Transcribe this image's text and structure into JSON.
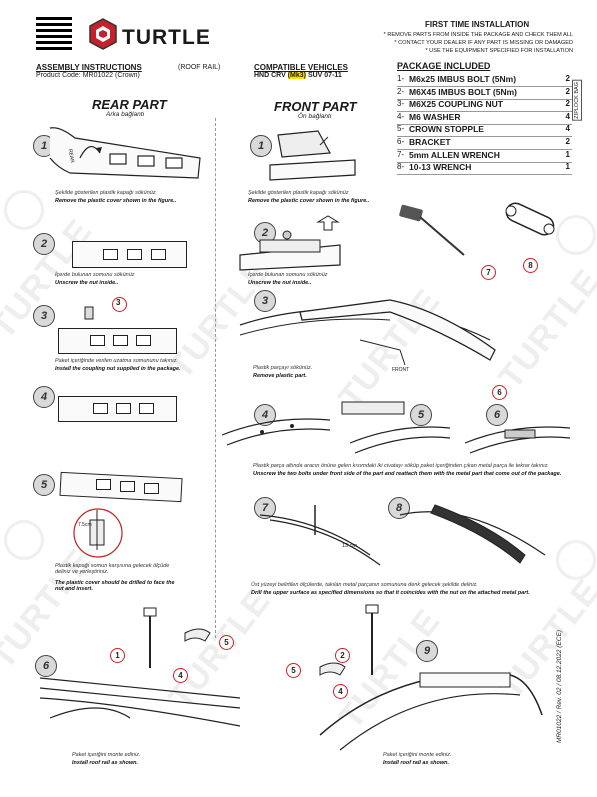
{
  "brand": {
    "name": "TURTLE"
  },
  "header": {
    "assembly_title": "ASSEMBLY INSTRUCTIONS",
    "product_code": "Product Code: MR01022 (Crown)",
    "roof_rail": "(ROOF RAIL)",
    "compatible_title": "COMPATIBLE VEHICLES",
    "vehicle_prefix": "HND CRV ",
    "vehicle_mk": "(Mk3)",
    "vehicle_suffix": " SUV 07-11"
  },
  "first_install": {
    "title": "FIRST TIME INSTALLATION",
    "lines": [
      "* REMOVE PARTS FROM INSIDE THE PACKAGE AND CHECK THEM ALL",
      "* CONTACT YOUR DEALER IF ANY PART IS MISSING OR DAMAGED",
      "* USE THE EQUIPMENT SPECIFIED FOR INSTALLATION"
    ]
  },
  "package": {
    "title": "PACKAGE INCLUDED",
    "side_label": "ZIPLOCK BAG",
    "items": [
      {
        "num": "1-",
        "name": "M6x25 IMBUS BOLT (5Nm)",
        "qty": "2"
      },
      {
        "num": "2-",
        "name": "M6X45 IMBUS BOLT (5Nm)",
        "qty": "2"
      },
      {
        "num": "3-",
        "name": "M6X25 COUPLING NUT",
        "qty": "2"
      },
      {
        "num": "4-",
        "name": "M6 WASHER",
        "qty": "4"
      },
      {
        "num": "5-",
        "name": "CROWN STOPPLE",
        "qty": "4"
      },
      {
        "num": "6-",
        "name": "BRACKET",
        "qty": "2"
      },
      {
        "num": "7-",
        "name": "5mm ALLEN WRENCH",
        "qty": "1"
      },
      {
        "num": "8-",
        "name": "10-13 WRENCH",
        "qty": "1"
      }
    ]
  },
  "rear": {
    "title": "REAR PART",
    "subtitle": "Arka bağlantı",
    "rear_label": "REAR",
    "steps": [
      {
        "num": "1",
        "tr": "Şekilde gösterilen plastik kapağı sökünüz",
        "en": "Remove the plastic cover shown in the figure.."
      },
      {
        "num": "2",
        "tr": "İçerde bulunan somunu sökünüz",
        "en": "Unscrew the nut inside.."
      },
      {
        "num": "3",
        "tr": "Paket içeriğinde verilen uzatma somununu takınız.",
        "en": "Install the coupling nut supplied in the package."
      },
      {
        "num": "4",
        "tr": "",
        "en": ""
      },
      {
        "num": "5",
        "tr": "Plastik kapağı somun karşısına gelecek ölçüde deliniz ve yerleştiriniz.",
        "en": "The plastic cover should be drilled to face the nut and insert."
      }
    ],
    "dim_label": "7.5cm"
  },
  "front": {
    "title": "FRONT PART",
    "subtitle": "Ön bağlantı",
    "front_label": "FRONT",
    "steps": [
      {
        "num": "1",
        "tr": "Şekilde gösterilen plastik kapağı sökünüz",
        "en": "Remove the plastic cover shown in the figure.."
      },
      {
        "num": "2",
        "tr": "İçerde bulunan somunu sökünüz",
        "en": "Unscrew the nut inside.."
      },
      {
        "num": "3",
        "tr": "Plastik parçayı sökünüz.",
        "en": "Remove plastic part."
      }
    ],
    "step456_tr": "Plastik parça altında aracın önüne gelen kısımdaki iki civatayı söküp paket içeriğinden çıkan metal parça ile tekrar takınız.",
    "step456_en": "Unscrew the two bolts under front side of the part and reattach them with the metal part that come out of the package.",
    "step78_tr": "Üst yüzeyi belirtilen ölçülerde, takılan metal parçanın somununa denk gelecek şekilde deliniz.",
    "step78_en": "Drill the upper surface as specified dimensions so that it coincides with the nut on the attached metal part.",
    "dim_label": "13 cm"
  },
  "bottom": {
    "caption_tr": "Paket içeriğini monte ediniz.",
    "caption_en": "Install roof rail as shown.",
    "caption_tr_right": "Paket içeriğini monte ediniz.",
    "caption_en_right": "Install roof rail as shown."
  },
  "footer": {
    "revision": "MR01022 / Rev. 02 / 08.12.2022 (ECE)"
  },
  "watermark": {
    "text": "TURTLE"
  },
  "colors": {
    "accent_red": "#d21f1f",
    "rail_border": "#222222",
    "step_gray": "#d9d9d9"
  }
}
